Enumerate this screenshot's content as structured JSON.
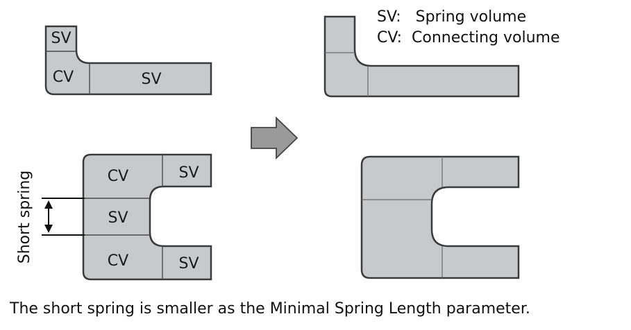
{
  "legend": {
    "sv_line": "SV:   Spring volume",
    "cv_line": "CV:  Connecting volume"
  },
  "labels": {
    "sv": "SV",
    "cv": "CV"
  },
  "annotation": {
    "short_spring": "Short spring"
  },
  "caption": "The short spring is smaller as the Minimal Spring Length parameter.",
  "colors": {
    "fill": "#c8c9cb",
    "outline": "#3a3a3a",
    "arrow": "#9a9a9a"
  }
}
